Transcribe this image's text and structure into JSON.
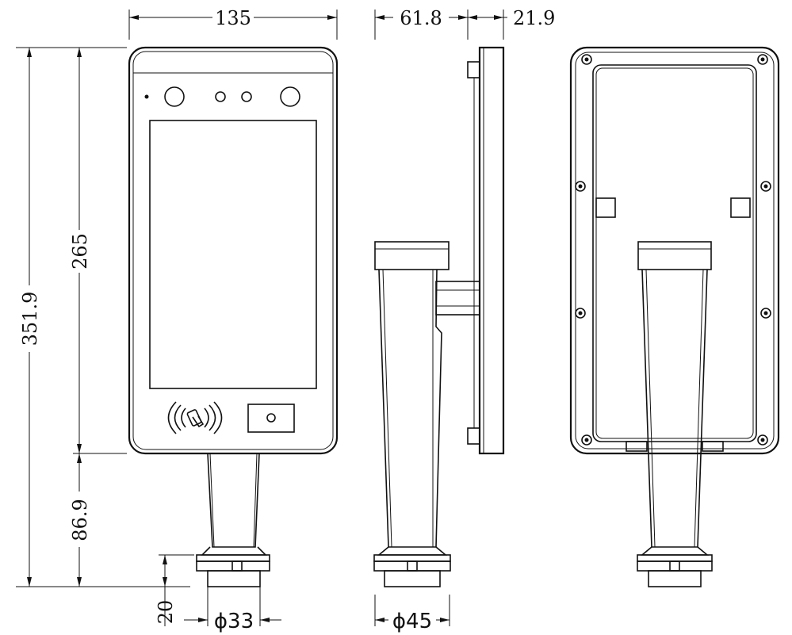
{
  "dimensions": {
    "width_front": "135",
    "depth_total": "61.8",
    "depth_panel": "21.9",
    "height_total": "351.9",
    "height_panel": "265",
    "height_stand": "86.9",
    "height_base": "20",
    "diameter_front": "ϕ33",
    "diameter_side": "ϕ45"
  },
  "views": [
    "front-view",
    "side-view",
    "rear-view"
  ]
}
